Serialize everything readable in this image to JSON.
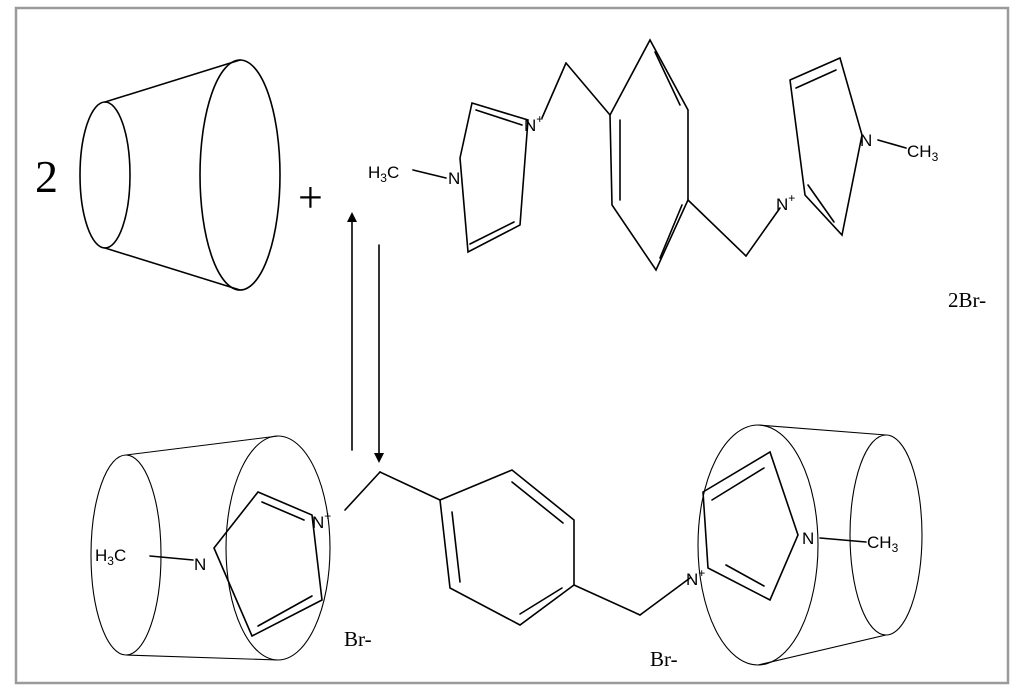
{
  "coefficient": "2",
  "plus_sign": "+",
  "labels": {
    "h3c": "H",
    "h3c_sub": "3",
    "h3c_tail": "C",
    "n": "N",
    "n_plus": "N",
    "plus": "+",
    "ch3": "CH",
    "ch3_sub": "3"
  },
  "counter_ion_top": "2Br-",
  "counter_ion_bottom_left": "Br-",
  "counter_ion_bottom_right": "Br-"
}
